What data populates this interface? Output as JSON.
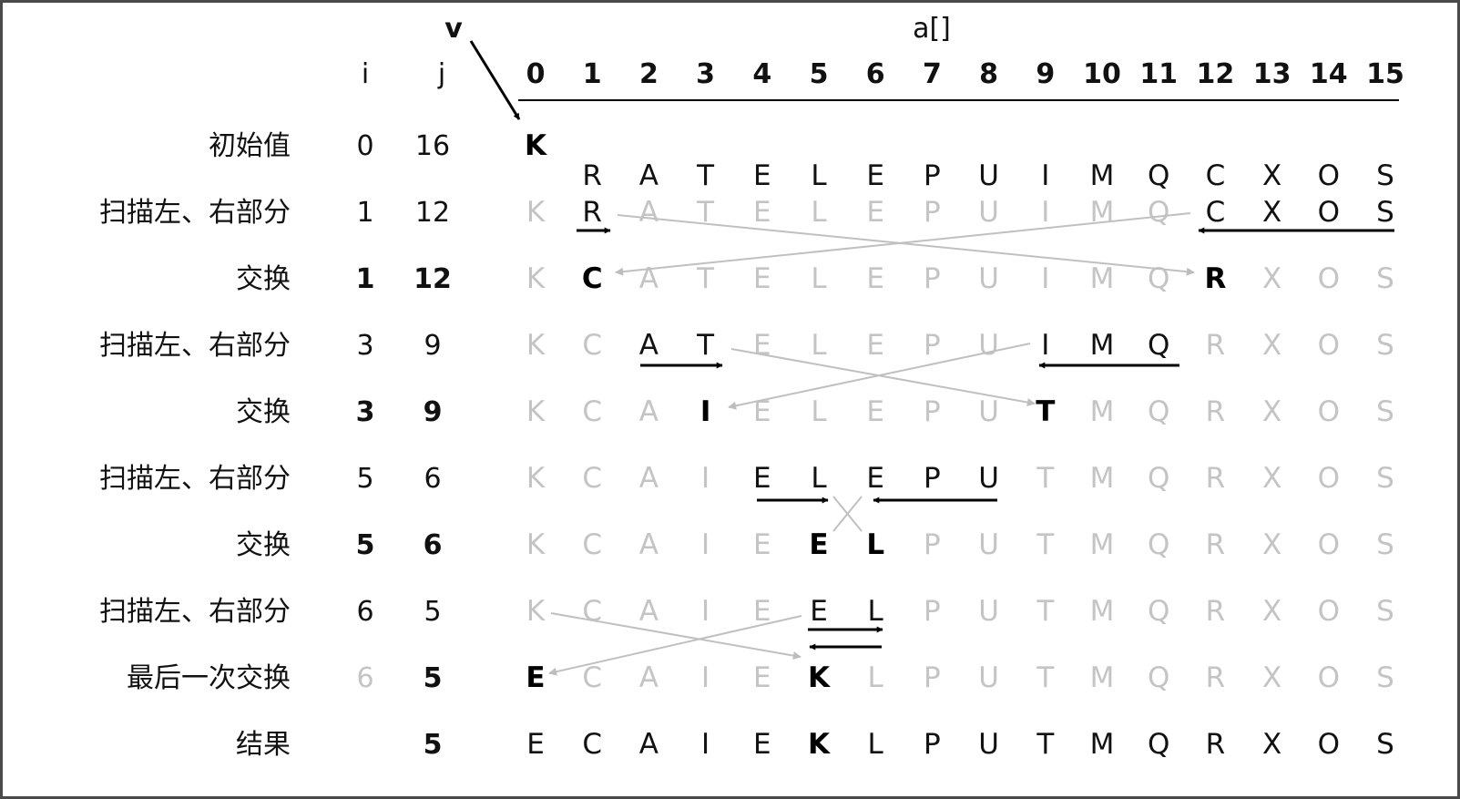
{
  "header": {
    "v_label": "v",
    "array_label": "a[]",
    "i_label": "i",
    "j_label": "j",
    "indices": [
      "0",
      "1",
      "2",
      "3",
      "4",
      "5",
      "6",
      "7",
      "8",
      "9",
      "10",
      "11",
      "12",
      "13",
      "14",
      "15"
    ]
  },
  "initial_row": {
    "label": "初始值",
    "i": "0",
    "j": "16",
    "pivot": "K",
    "letters": [
      "R",
      "A",
      "T",
      "E",
      "L",
      "E",
      "P",
      "U",
      "I",
      "M",
      "Q",
      "C",
      "X",
      "O",
      "S"
    ]
  },
  "rows": [
    {
      "label": "扫描左、右部分",
      "i": "1",
      "j": "12",
      "ij_style": "normal",
      "letters": [
        "K",
        "R",
        "A",
        "T",
        "E",
        "L",
        "E",
        "P",
        "U",
        "I",
        "M",
        "Q",
        "C",
        "X",
        "O",
        "S"
      ],
      "styles": [
        "g",
        "n",
        "g",
        "g",
        "g",
        "g",
        "g",
        "g",
        "g",
        "g",
        "g",
        "g",
        "n",
        "n",
        "n",
        "n"
      ]
    },
    {
      "label": "交换",
      "i": "1",
      "j": "12",
      "ij_style": "bold",
      "letters": [
        "K",
        "C",
        "A",
        "T",
        "E",
        "L",
        "E",
        "P",
        "U",
        "I",
        "M",
        "Q",
        "R",
        "X",
        "O",
        "S"
      ],
      "styles": [
        "g",
        "b",
        "g",
        "g",
        "g",
        "g",
        "g",
        "g",
        "g",
        "g",
        "g",
        "g",
        "b",
        "g",
        "g",
        "g"
      ]
    },
    {
      "label": "扫描左、右部分",
      "i": "3",
      "j": "9",
      "ij_style": "normal",
      "letters": [
        "K",
        "C",
        "A",
        "T",
        "E",
        "L",
        "E",
        "P",
        "U",
        "I",
        "M",
        "Q",
        "R",
        "X",
        "O",
        "S"
      ],
      "styles": [
        "g",
        "g",
        "n",
        "n",
        "g",
        "g",
        "g",
        "g",
        "g",
        "n",
        "n",
        "n",
        "g",
        "g",
        "g",
        "g"
      ]
    },
    {
      "label": "交换",
      "i": "3",
      "j": "9",
      "ij_style": "bold",
      "letters": [
        "K",
        "C",
        "A",
        "I",
        "E",
        "L",
        "E",
        "P",
        "U",
        "T",
        "M",
        "Q",
        "R",
        "X",
        "O",
        "S"
      ],
      "styles": [
        "g",
        "g",
        "g",
        "b",
        "g",
        "g",
        "g",
        "g",
        "g",
        "b",
        "g",
        "g",
        "g",
        "g",
        "g",
        "g"
      ]
    },
    {
      "label": "扫描左、右部分",
      "i": "5",
      "j": "6",
      "ij_style": "normal",
      "letters": [
        "K",
        "C",
        "A",
        "I",
        "E",
        "L",
        "E",
        "P",
        "U",
        "T",
        "M",
        "Q",
        "R",
        "X",
        "O",
        "S"
      ],
      "styles": [
        "g",
        "g",
        "g",
        "g",
        "n",
        "n",
        "n",
        "n",
        "n",
        "g",
        "g",
        "g",
        "g",
        "g",
        "g",
        "g"
      ]
    },
    {
      "label": "交换",
      "i": "5",
      "j": "6",
      "ij_style": "bold",
      "letters": [
        "K",
        "C",
        "A",
        "I",
        "E",
        "E",
        "L",
        "P",
        "U",
        "T",
        "M",
        "Q",
        "R",
        "X",
        "O",
        "S"
      ],
      "styles": [
        "g",
        "g",
        "g",
        "g",
        "g",
        "b",
        "b",
        "g",
        "g",
        "g",
        "g",
        "g",
        "g",
        "g",
        "g",
        "g"
      ]
    },
    {
      "label": "扫描左、右部分",
      "i": "6",
      "j": "5",
      "ij_style": "normal",
      "letters": [
        "K",
        "C",
        "A",
        "I",
        "E",
        "E",
        "L",
        "P",
        "U",
        "T",
        "M",
        "Q",
        "R",
        "X",
        "O",
        "S"
      ],
      "styles": [
        "g",
        "g",
        "g",
        "g",
        "g",
        "n",
        "n",
        "g",
        "g",
        "g",
        "g",
        "g",
        "g",
        "g",
        "g",
        "g"
      ]
    },
    {
      "label": "最后一次交换",
      "i": "6",
      "j": "5",
      "ij_style": "gray_i_bold_j",
      "letters": [
        "E",
        "C",
        "A",
        "I",
        "E",
        "K",
        "L",
        "P",
        "U",
        "T",
        "M",
        "Q",
        "R",
        "X",
        "O",
        "S"
      ],
      "styles": [
        "b",
        "g",
        "g",
        "g",
        "g",
        "b",
        "g",
        "g",
        "g",
        "g",
        "g",
        "g",
        "g",
        "g",
        "g",
        "g"
      ]
    },
    {
      "label": "结果",
      "i": "",
      "j": "5",
      "ij_style": "bold",
      "letters": [
        "E",
        "C",
        "A",
        "I",
        "E",
        "K",
        "L",
        "P",
        "U",
        "T",
        "M",
        "Q",
        "R",
        "X",
        "O",
        "S"
      ],
      "styles": [
        "n",
        "n",
        "n",
        "n",
        "n",
        "b",
        "n",
        "n",
        "n",
        "n",
        "n",
        "n",
        "n",
        "n",
        "n",
        "n"
      ]
    }
  ],
  "colors": {
    "text": "#111111",
    "gray": "#c4c4c4",
    "arrow": "#000000",
    "swap_line": "#c0c0c0",
    "frame": "#4a4a4a"
  }
}
